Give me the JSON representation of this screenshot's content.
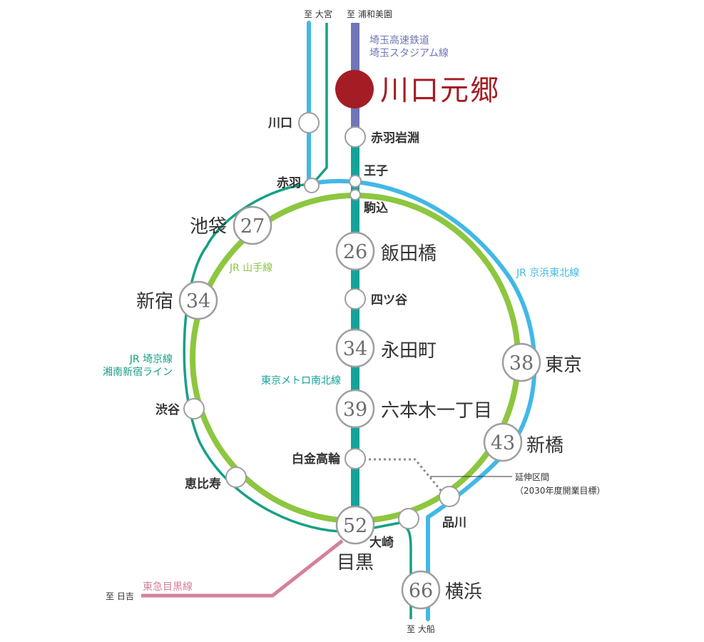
{
  "colors": {
    "keihin": "#42b8e6",
    "saikyo": "#16a085",
    "yamanote": "#8dc63f",
    "namboku": "#14a39a",
    "saitama": "#6f75b6",
    "tokyu": "#d6809a",
    "origin": "#a41d24",
    "label_text": "#333333"
  },
  "destinations": {
    "omiya": "至 大宮",
    "urawa": "至 浦和美園",
    "hiyoshi": "至 日吉",
    "ofuna": "至 大船"
  },
  "lines": {
    "saitama": [
      "埼玉高速鉄道",
      "埼玉スタジアム線"
    ],
    "yamanote": "JR 山手線",
    "keihin": "JR 京浜東北線",
    "saikyo": [
      "JR 埼京線",
      "湘南新宿ライン"
    ],
    "namboku": "東京メトロ南北線",
    "tokyu": "東急目黒線"
  },
  "origin": {
    "name": "川口元郷"
  },
  "stations": {
    "kawaguchi": "川口",
    "akabane": "赤羽",
    "akabaneiwabuchi": "赤羽岩淵",
    "oji": "王子",
    "komagome": "駒込",
    "yotsuya": "四ツ谷",
    "shirokane": "白金高輪",
    "shibuya": "渋谷",
    "ebisu": "恵比寿",
    "osaki": "大崎",
    "shinagawa": "品川",
    "ikebukuro": {
      "name": "池袋",
      "minutes": "27"
    },
    "shinjuku": {
      "name": "新宿",
      "minutes": "34"
    },
    "iidabashi": {
      "name": "飯田橋",
      "minutes": "26"
    },
    "nagatacho": {
      "name": "永田町",
      "minutes": "34"
    },
    "roppongi": {
      "name": "六本木一丁目",
      "minutes": "39"
    },
    "tokyo": {
      "name": "東京",
      "minutes": "38"
    },
    "shimbashi": {
      "name": "新橋",
      "minutes": "43"
    },
    "meguro": {
      "name": "目黒",
      "minutes": "52"
    },
    "yokohama": {
      "name": "横浜",
      "minutes": "66"
    }
  },
  "extension": {
    "label": "延伸区間",
    "note": "（2030年度開業目標）"
  }
}
